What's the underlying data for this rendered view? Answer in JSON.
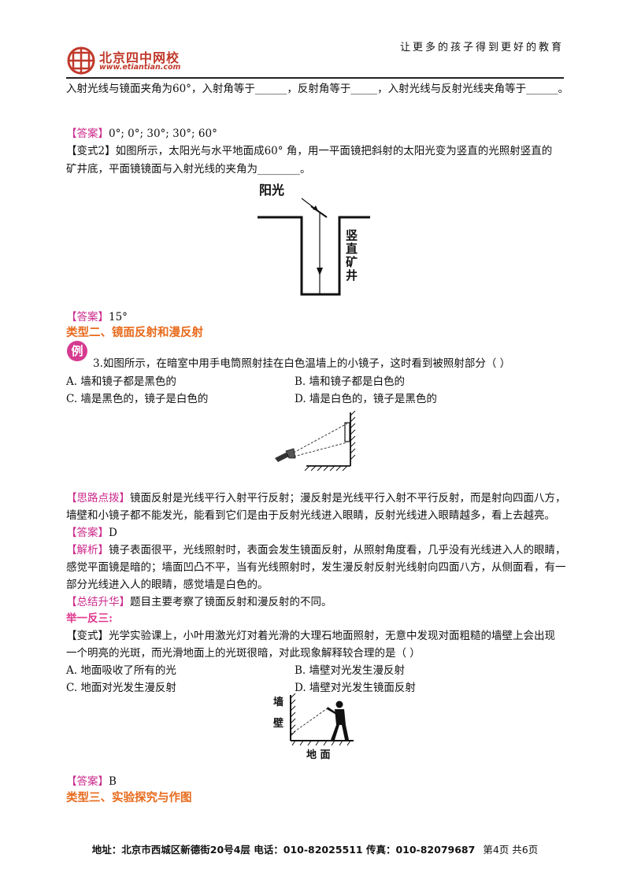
{
  "header": {
    "slogan": "让更多的孩子得到更好的教育",
    "logo_text": "北京四中网校",
    "logo_url": "www.etiantian.com"
  },
  "q_top": {
    "text": "入射光线与镜面夹角为60°，入射角等于______，反射角等于_____，入射光线与反射光线夹角等于______。"
  },
  "ans1": {
    "tag": "【答案】",
    "text": "0°;   0°; 30°; 30°; 60°"
  },
  "variant2": {
    "tag": "【变式2】",
    "line1": "如图所示，太阳光与水平地面成60° 角，用一平面镜把斜射的太阳光变为竖直的光照射竖直的",
    "line2": "矿井底，平面镜镜面与入射光线的夹角为________。"
  },
  "fig1": {
    "sun_label": "阳光",
    "shaft_label": [
      "竖",
      "直",
      "矿",
      "井"
    ]
  },
  "ans2": {
    "tag": "【答案】",
    "text": "15°"
  },
  "type2": {
    "title": "类型二、镜面反射和漫反射"
  },
  "example_badge": "例",
  "q3": {
    "text": "3.如图所示，在暗室中用手电筒照射挂在白色温墙上的小镜子，这时看到被照射部分（      ）",
    "opt_a": "A. 墙和镜子都是黑色的",
    "opt_b": "B. 墙和镜子都是白色的",
    "opt_c": "C. 墙是黑色的，镜子是白色的",
    "opt_d": "D. 墙是白色的，镜子是黑色的"
  },
  "hint": {
    "tag": "【思路点拨】",
    "line1": "镜面反射是光线平行入射平行反射；漫反射是光线平行入射不平行反射，而是射向四面八方，",
    "line2": "墙壁和小镜子都不能发光，能看到它们是由于反射光线进入眼睛，反射光线进入眼睛越多，看上去越亮。"
  },
  "ans3": {
    "tag": "【答案】",
    "text": "D"
  },
  "analysis": {
    "tag": "【解析】",
    "line1": "镜子表面很平，光线照射时，表面会发生镜面反射，从照射角度看，几乎没有光线进入人的眼睛，",
    "line2": "感觉平面镜是暗的；墙面凹凸不平，当有光线照射时，发生漫反射反射光线射向四面八方，从侧面看，有一",
    "line3": "部分光线进入人的眼睛，感觉墙是白色的。"
  },
  "summary": {
    "tag": "【总结升华】",
    "text": "题目主要考察了镜面反射和漫反射的不同。"
  },
  "practice_title": "举一反三:",
  "variant": {
    "tag": "【变式】",
    "line1": "光学实验课上，小叶用激光灯对着光滑的大理石地面照射，无意中发现对面粗糙的墙壁上会出现",
    "line2": "一个明亮的光斑，而光滑地面上的光斑很暗，对此现象解释较合理的是（      ）",
    "opt_a": "A. 地面吸收了所有的光",
    "opt_b": "B. 墙壁对光发生漫反射",
    "opt_c": "C. 地面对光发生漫反射",
    "opt_d": "D. 墙壁对光发生镜面反射"
  },
  "fig3": {
    "wall_label_1": "墙",
    "wall_label_2": "壁",
    "floor_label": "地 面"
  },
  "ans4": {
    "tag": "【答案】",
    "text": "B"
  },
  "type3": {
    "title": "类型三、实验探究与作图"
  },
  "footer": {
    "address": "地址：北京市西城区新德街20号4层 电话：010-82025511 传真：010-82079687",
    "page": "第4页 共6页"
  },
  "colors": {
    "tag": "#cc2a8c",
    "section": "#e86a1c",
    "logo": "#c0392b"
  }
}
